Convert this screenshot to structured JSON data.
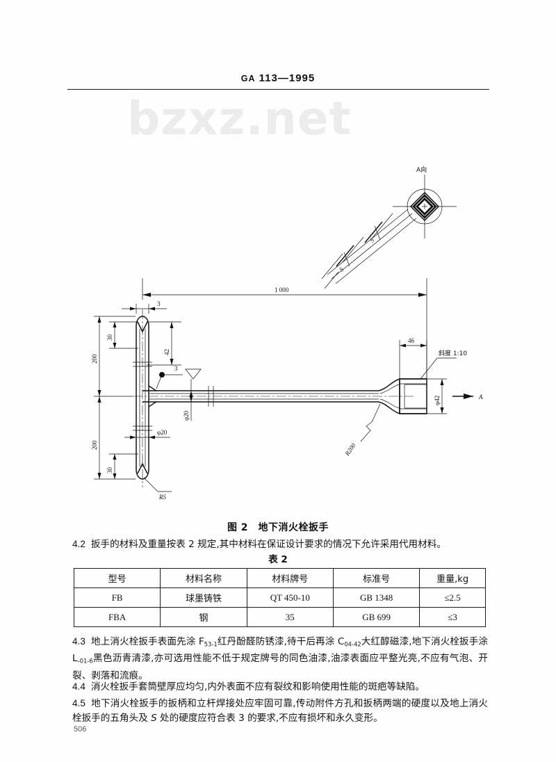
{
  "header": {
    "standard_prefix": "GA",
    "standard_number": "113—1995"
  },
  "watermark": {
    "text": "bzxz.net",
    "color": "#ececec"
  },
  "figure": {
    "caption": "图 2　地下消火栓扳手",
    "detail_view_label": "A向",
    "view_arrow_label": "A",
    "dimensions": {
      "overall_length": "1 000",
      "web_thickness": "3",
      "top_taper": "30",
      "head_height": "42",
      "upper_half": "200",
      "lower_half": "200",
      "bar_diameter": "φ20",
      "stem_diameter": "φ20",
      "bottom_taper": "30",
      "bottom_radius": "R5",
      "weld_radius": "R200",
      "socket_length": "46",
      "socket_diameter": "φ42",
      "taper_note": "斜度1:10",
      "detail_dim_s1": "S",
      "detail_dim_s2": "S",
      "surface_finish_left": "3",
      "surface_finish_mid": "3"
    }
  },
  "sections": {
    "s42": {
      "number": "4.2",
      "text": "扳手的材料及重量按表 2 规定,其中材料在保证设计要求的情况下允许采用代用材料。"
    },
    "s43": {
      "number": "4.3",
      "text_a": "地上消火栓扳手表面先涂 F",
      "sub_a": "53-1",
      "text_b": "红丹酚醛防锈漆,待干后再涂 C",
      "sub_b": "04-42",
      "text_c": "大红醇磁漆,地下消火栓扳手涂 L",
      "sub_c": "-01-6",
      "text_d": "黑色沥青清漆,亦可选用性能不低于规定牌号的同色油漆,油漆表面应平整光亮,不应有气泡、开裂、剥落和流痕。"
    },
    "s44": {
      "number": "4.4",
      "text": "消火栓扳手套筒壁厚应均匀,内外表面不应有裂纹和影响使用性能的斑疤等缺陷。"
    },
    "s45": {
      "number": "4.5",
      "text_a": "地下消火栓扳手的扳柄和立杆焊接处应牢固可靠,传动附件方孔和扳柄两端的硬度以及地上消火栓扳手的五角头及 ",
      "text_s": "S",
      "text_b": " 处的硬度应符合表 3 的要求,不应有损坏和永久变形。"
    }
  },
  "table": {
    "title": "表 2",
    "headers": [
      "型号",
      "材料名称",
      "材料牌号",
      "标准号",
      "重量,kg"
    ],
    "rows": [
      [
        "FB",
        "球墨铸铁",
        "QT 450-10",
        "GB 1348",
        "≤2.5"
      ],
      [
        "FBA",
        "钢",
        "35",
        "GB 699",
        "≤3"
      ]
    ]
  },
  "footer": {
    "page_number": "506"
  }
}
